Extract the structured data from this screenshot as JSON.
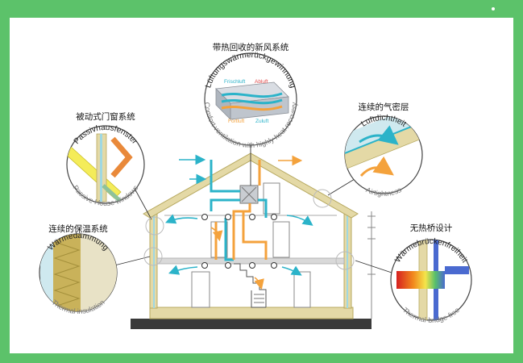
{
  "colors": {
    "frame": "#5cc26a",
    "card": "#ffffff",
    "house_wall": "#e4d9a6",
    "house_outline": "#b7a960",
    "fresh_air": "#2bb3c9",
    "exhaust_air": "#f4a23c",
    "ground": "#3a3a3a",
    "callout_line": "#333333"
  },
  "ventilation": {
    "title_cn": "带热回收的新风系统",
    "title_de": "Lüftungswärmerückgewinnung",
    "subtitle_en": "Comfort ventilation with highly heat recovery",
    "label_frischluft": "Frischluft",
    "label_abluft": "Abluft",
    "label_fortluft": "Fortluft",
    "label_zuluft": "Zuluft"
  },
  "windows": {
    "title_cn": "被动式门窗系统",
    "title_de": "Passivhausfenster",
    "subtitle_en": "Passive House windows"
  },
  "airtight": {
    "title_cn": "连续的气密层",
    "title_de": "Luftdichtheit",
    "subtitle_en": "Airtightness"
  },
  "insulation": {
    "title_cn": "连续的保温系统",
    "title_de": "Wärmedämmung",
    "subtitle_en": "Thermal insulation"
  },
  "thermal_bridge": {
    "title_cn": "无热桥设计",
    "title_de": "Wärmebrückenfreiheit",
    "subtitle_en": "Thermal-bridge-free"
  }
}
